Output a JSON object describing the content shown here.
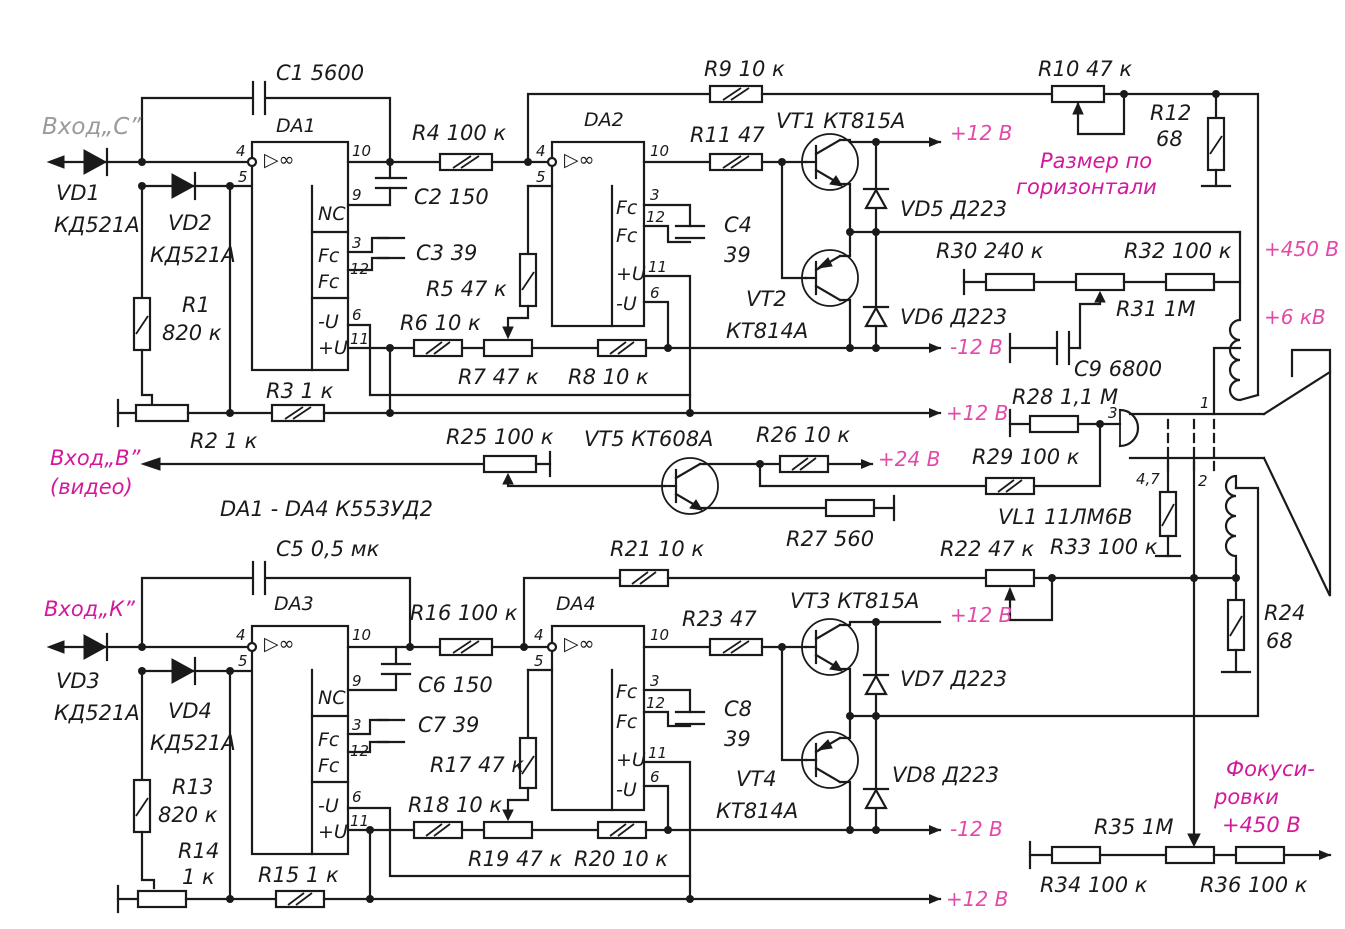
{
  "inputs": {
    "c": "Вход„С”",
    "b": "Вход„В”",
    "b_sub": "(видео)",
    "k": "Вход„К”"
  },
  "notes": {
    "chip_types": "DA1 - DA4   К553УД2",
    "size_h_1": "Размер по",
    "size_h_2": "горизонтали",
    "focus_1": "Фокуси-",
    "focus_2": "ровки",
    "focus_v": "+450 В"
  },
  "rails": {
    "p12_1": "+12 В",
    "m12_1": "-12 В",
    "p12_2": "+12 В",
    "p24": "+24 В",
    "p450": "+450 В",
    "p6k": "+6 кВ",
    "p12_3": "+12 В",
    "m12_2": "-12 В",
    "p12_4": "+12 В"
  },
  "chips": {
    "da1": "DA1",
    "da2": "DA2",
    "da3": "DA3",
    "da4": "DA4",
    "inf": "▷∞",
    "nc": "NC",
    "fc": "Fc",
    "mu": "-U",
    "pu": "+U"
  },
  "pins": {
    "p4": "4",
    "p5": "5",
    "p10": "10",
    "p9": "9",
    "p3": "3",
    "p12": "12",
    "p6": "6",
    "p11": "11",
    "p1": "1",
    "p2": "2"
  },
  "components": {
    "C1": "C1  5600",
    "C2": "C2  150",
    "C3": "C3  39",
    "C4": "C4",
    "C4v": "39",
    "C5": "C5  0,5 мк",
    "C6": "C6  150",
    "C7": "C7  39",
    "C8": "C8",
    "C8v": "39",
    "C9": "C9  6800",
    "C47": "4,7",
    "R1": "R1",
    "R1v": "820 к",
    "R2": "R2  1 к",
    "R3": "R3  1 к",
    "R4": "R4  100 к",
    "R5": "R5  47 к",
    "R6": "R6  10 к",
    "R7": "R7  47 к",
    "R8": "R8  10 к",
    "R9": "R9  10 к",
    "R10": "R10  47 к",
    "R11": "R11  47",
    "R12": "R12",
    "R12v": "68",
    "R13": "R13",
    "R13v": "820 к",
    "R14": "R14",
    "R14v": "1 к",
    "R15": "R15  1 к",
    "R16": "R16  100 к",
    "R17": "R17  47 к",
    "R18": "R18  10 к",
    "R19": "R19  47 к",
    "R20": "R20  10 к",
    "R21": "R21  10 к",
    "R22": "R22  47 к",
    "R23": "R23  47",
    "R24": "R24",
    "R24v": "68",
    "R25": "R25  100 к",
    "R26": "R26  10 к",
    "R27": "R27  560",
    "R28": "R28  1,1 М",
    "R29": "R29  100 к",
    "R30": "R30  240 к",
    "R31": "R31  1М",
    "R32": "R32  100 к",
    "R33": "R33  100 к",
    "R34": "R34  100 к",
    "R35": "R35  1М",
    "R36": "R36  100 к",
    "VD1": "VD1",
    "VD1t": "КД521А",
    "VD2": "VD2",
    "VD2t": "КД521А",
    "VD3": "VD3",
    "VD3t": "КД521А",
    "VD4": "VD4",
    "VD4t": "КД521А",
    "VD5": "VD5  Д223",
    "VD6": "VD6  Д223",
    "VD7": "VD7  Д223",
    "VD8": "VD8  Д223",
    "VT1": "VT1  КТ815А",
    "VT2": "VT2",
    "VT2t": "КТ814А",
    "VT3": "VT3  КТ815А",
    "VT4": "VT4",
    "VT4t": "КТ814А",
    "VT5": "VT5  КТ608А",
    "VL1": "VL1  11ЛМ6В"
  }
}
